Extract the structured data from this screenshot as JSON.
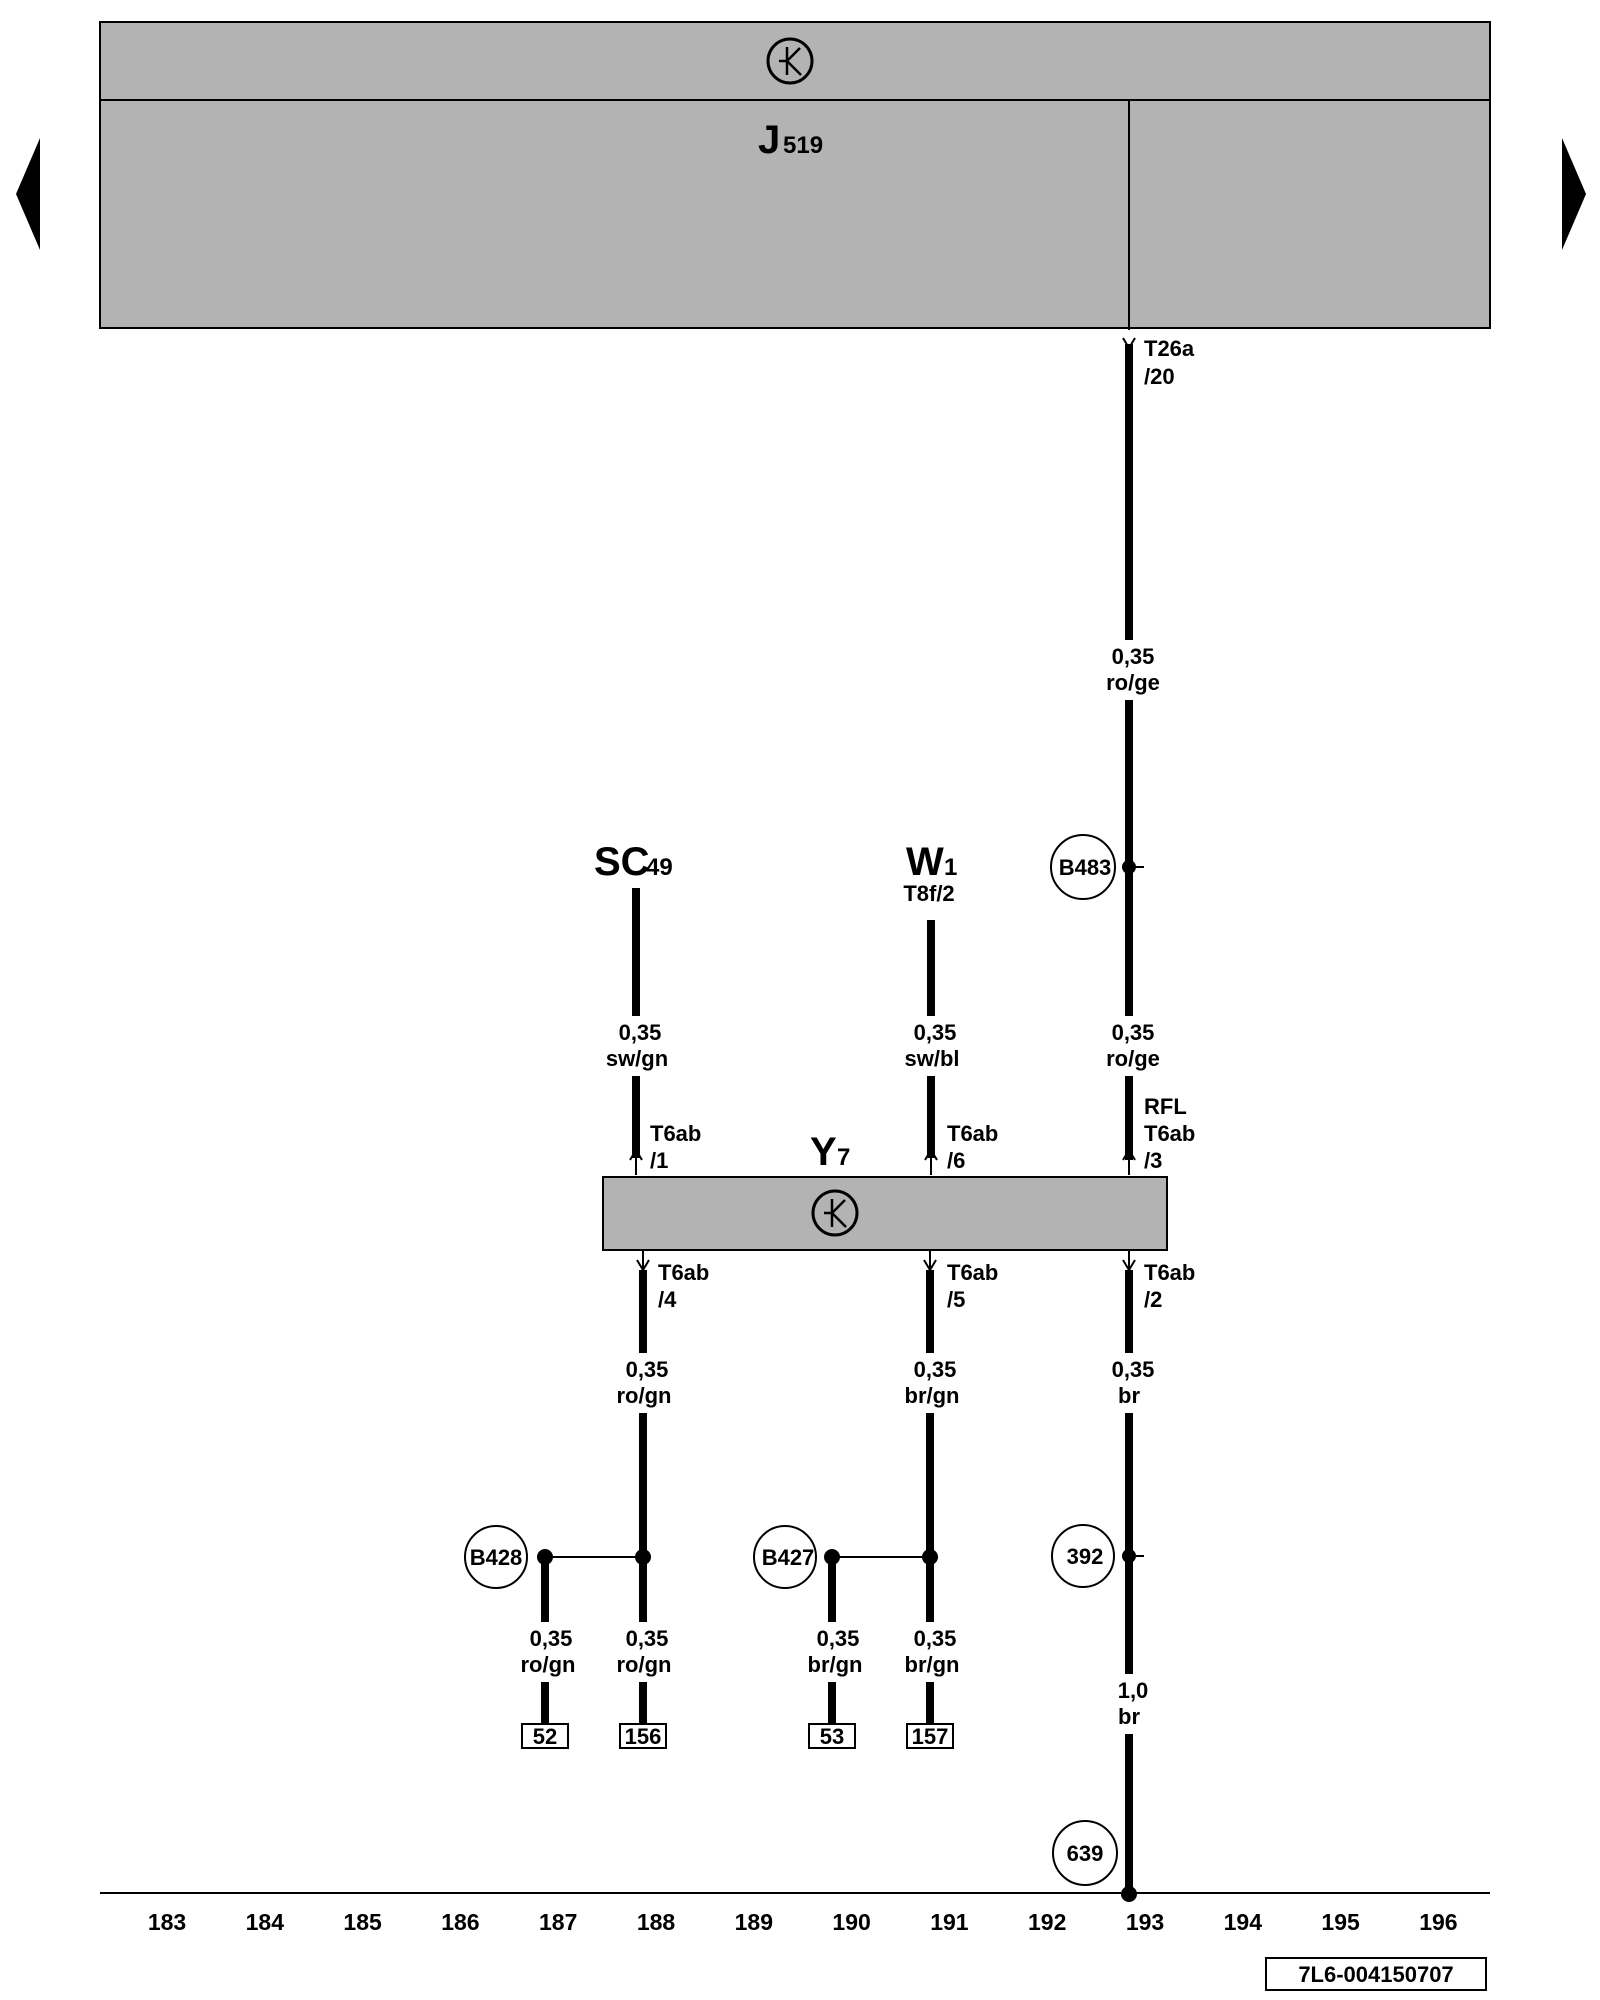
{
  "navigation": {
    "prev_icon": "arrow-left-icon",
    "next_icon": "arrow-right-icon"
  },
  "control_unit": {
    "name": "J",
    "index": "519",
    "icon": "electronic-symbol-icon",
    "connector": "T26a",
    "pin": "/20"
  },
  "component_y7": {
    "name": "Y",
    "index": "7",
    "icon": "electronic-symbol-icon"
  },
  "source_sc": {
    "name": "SC",
    "index": "49"
  },
  "source_w": {
    "name": "W",
    "index": "1",
    "connector": "T8f/2"
  },
  "wires": {
    "j519_upper": {
      "size": "0,35",
      "color": "ro/ge"
    },
    "j519_lower": {
      "size": "0,35",
      "color": "ro/ge"
    },
    "sc49": {
      "size": "0,35",
      "color": "sw/gn"
    },
    "w1": {
      "size": "0,35",
      "color": "sw/bl"
    },
    "pin4": {
      "size": "0,35",
      "color": "ro/gn"
    },
    "pin5": {
      "size": "0,35",
      "color": "br/gn"
    },
    "pin2": {
      "size": "0,35",
      "color": "br"
    },
    "b428_left": {
      "size": "0,35",
      "color": "ro/gn"
    },
    "b428_right": {
      "size": "0,35",
      "color": "ro/gn"
    },
    "b427_left": {
      "size": "0,35",
      "color": "br/gn"
    },
    "b427_right": {
      "size": "0,35",
      "color": "br/gn"
    },
    "ground": {
      "size": "1,0",
      "color": "br"
    }
  },
  "pins": {
    "p1": {
      "connector": "T6ab",
      "pin": "/1"
    },
    "p6": {
      "connector": "T6ab",
      "pin": "/6"
    },
    "p3": {
      "extra": "RFL",
      "connector": "T6ab",
      "pin": "/3"
    },
    "p4": {
      "connector": "T6ab",
      "pin": "/4"
    },
    "p5": {
      "connector": "T6ab",
      "pin": "/5"
    },
    "p2": {
      "connector": "T6ab",
      "pin": "/2"
    }
  },
  "junctions": {
    "b483": "B483",
    "b428": "B428",
    "b427": "B427",
    "j392": "392",
    "g639": "639"
  },
  "continuations": {
    "c52": "52",
    "c156": "156",
    "c53": "53",
    "c157": "157"
  },
  "track_numbers": [
    "183",
    "184",
    "185",
    "186",
    "187",
    "188",
    "189",
    "190",
    "191",
    "192",
    "193",
    "194",
    "195",
    "196"
  ],
  "reference_code": "7L6-004150707"
}
